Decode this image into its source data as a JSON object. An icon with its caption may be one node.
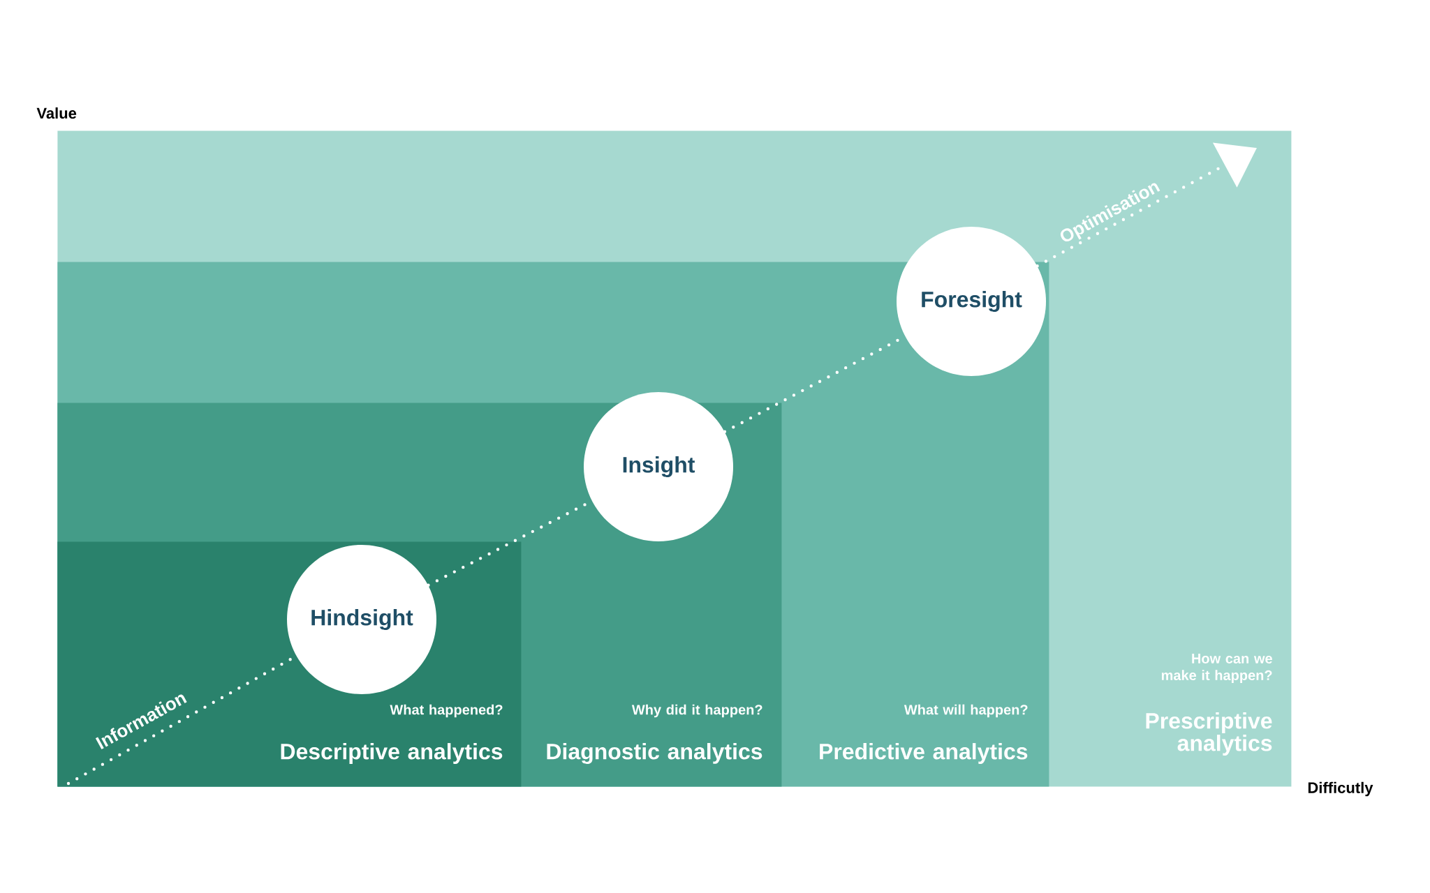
{
  "diagram": {
    "nodes": [
      {
        "text": [
          "What happened?",
          "Descriptive analytics"
        ],
        "in": 1
      },
      {
        "text": [
          "Why did it happen?",
          "Diagnostic analytics"
        ],
        "in": 2
      },
      {
        "text": [
          "What will happen?",
          "Predictive analytics"
        ],
        "in": 3
      },
      {
        "text": [
          "How can we make it happen?",
          "Prescriptive analytics"
        ]
      },
      {
        "text": [
          "Hindsight"
        ],
        "in": 0
      },
      {
        "text": [
          "Insight"
        ],
        "in": 2
      },
      {
        "text": [
          "Foresight"
        ],
        "in": 3
      }
    ],
    "edges": [
      {
        "from": 0,
        "to": 4,
        "arrow": "none",
        "label": "Information"
      },
      {
        "from": 4,
        "to": 5,
        "arrow": "none"
      },
      {
        "from": 5,
        "to": 6,
        "arrow": "none"
      },
      {
        "from": 6,
        "to": 3,
        "arrow": "to",
        "label": "Optimisation"
      }
    ],
    "labels": [
      "Value",
      "Difficutly"
    ]
  }
}
